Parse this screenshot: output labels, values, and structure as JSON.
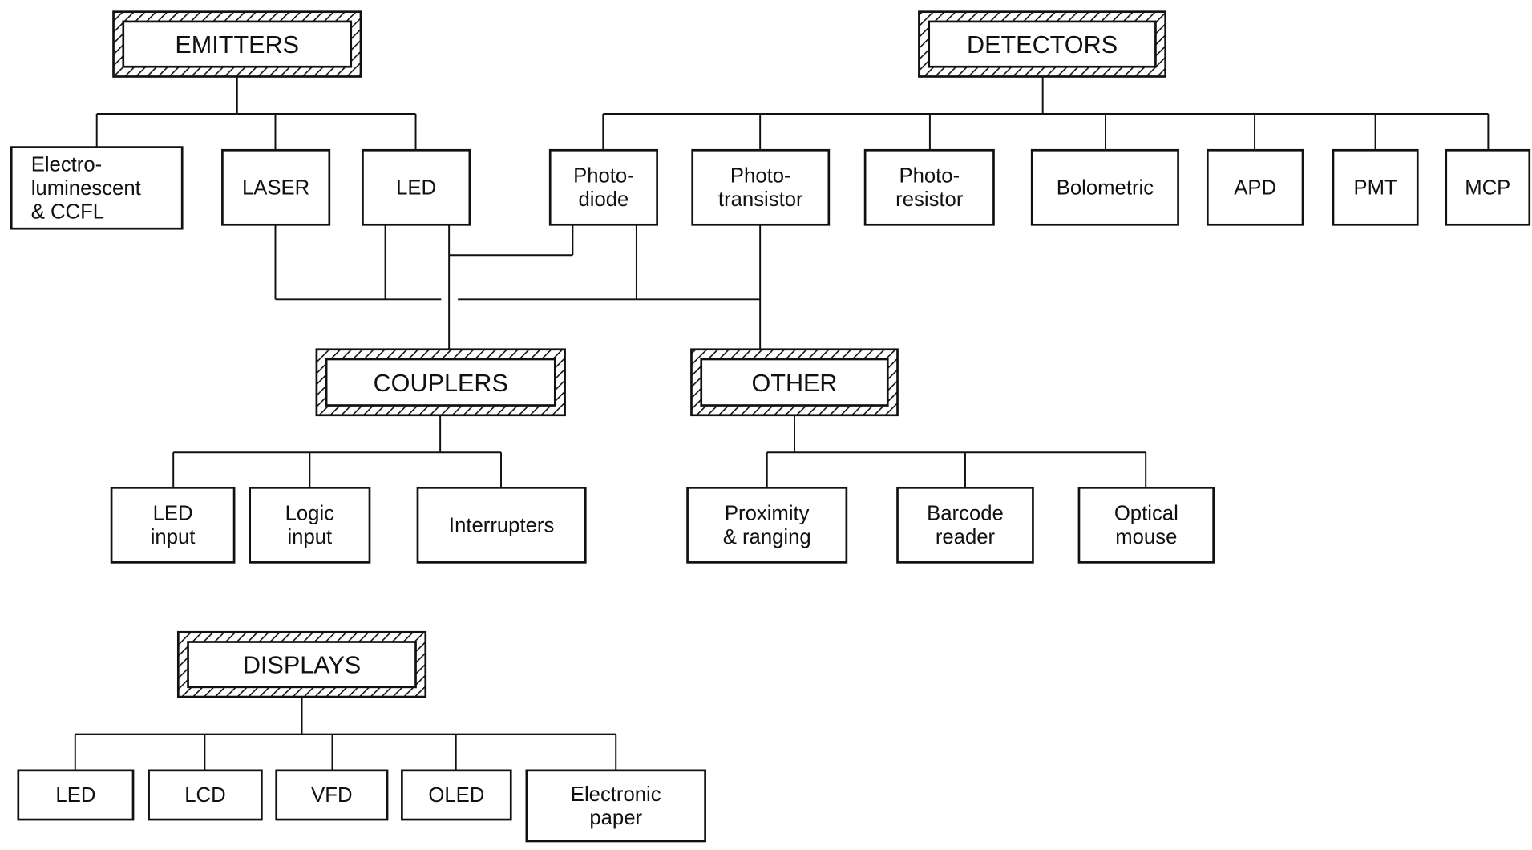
{
  "diagram": {
    "line_color": "#111111",
    "background": "#ffffff",
    "categories": {
      "emitters": {
        "label": "EMITTERS",
        "children": [
          {
            "lines": [
              "Electro-",
              "luminescent",
              "& CCFL"
            ]
          },
          {
            "lines": [
              "LASER"
            ]
          },
          {
            "lines": [
              "LED"
            ]
          }
        ]
      },
      "detectors": {
        "label": "DETECTORS",
        "children": [
          {
            "lines": [
              "Photo-",
              "diode"
            ]
          },
          {
            "lines": [
              "Photo-",
              "transistor"
            ]
          },
          {
            "lines": [
              "Photo-",
              "resistor"
            ]
          },
          {
            "lines": [
              "Bolometric"
            ]
          },
          {
            "lines": [
              "APD"
            ]
          },
          {
            "lines": [
              "PMT"
            ]
          },
          {
            "lines": [
              "MCP"
            ]
          }
        ]
      },
      "couplers": {
        "label": "COUPLERS",
        "children": [
          {
            "lines": [
              "LED",
              "input"
            ]
          },
          {
            "lines": [
              "Logic",
              "input"
            ]
          },
          {
            "lines": [
              "Interrupters"
            ]
          }
        ]
      },
      "other": {
        "label": "OTHER",
        "children": [
          {
            "lines": [
              "Proximity",
              "& ranging"
            ]
          },
          {
            "lines": [
              "Barcode",
              "reader"
            ]
          },
          {
            "lines": [
              "Optical",
              "mouse"
            ]
          }
        ]
      },
      "displays": {
        "label": "DISPLAYS",
        "children": [
          {
            "lines": [
              "LED"
            ]
          },
          {
            "lines": [
              "LCD"
            ]
          },
          {
            "lines": [
              "VFD"
            ]
          },
          {
            "lines": [
              "OLED"
            ]
          },
          {
            "lines": [
              "Electronic",
              "paper"
            ]
          }
        ]
      }
    }
  }
}
